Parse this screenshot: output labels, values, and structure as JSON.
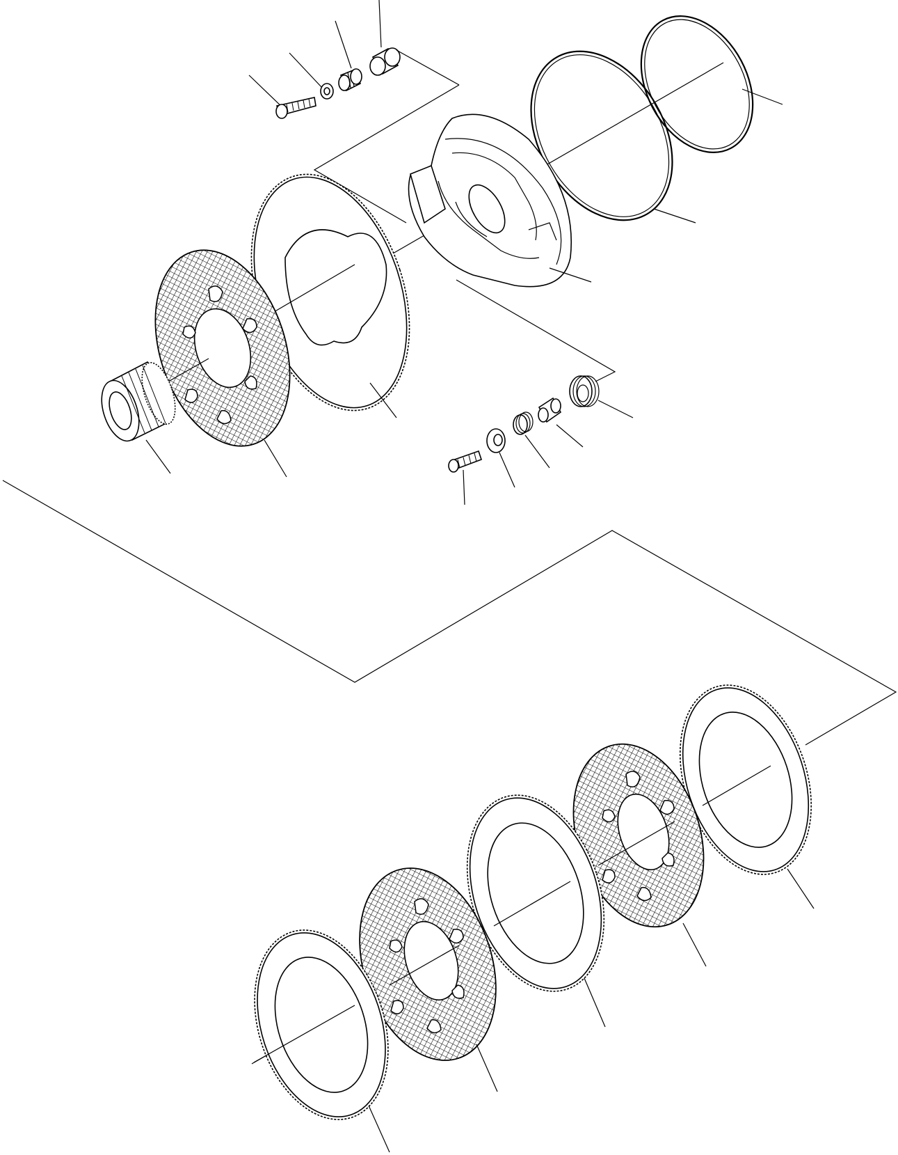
{
  "drawing": {
    "type": "exploded-parts-diagram",
    "background": "#ffffff",
    "line_color": "#000000"
  },
  "parts": [
    {
      "name": "bolt-upper",
      "icon": "bolt"
    },
    {
      "name": "washer-upper",
      "icon": "washer"
    },
    {
      "name": "spring-upper",
      "icon": "coil-spring"
    },
    {
      "name": "sleeve-upper",
      "icon": "sleeve"
    },
    {
      "name": "seal-ring-outer",
      "icon": "o-ring"
    },
    {
      "name": "seal-ring-inner",
      "icon": "o-ring"
    },
    {
      "name": "piston-housing",
      "icon": "piston"
    },
    {
      "name": "separator-plate-top",
      "icon": "toothed-disc"
    },
    {
      "name": "friction-disc-top",
      "icon": "friction-disc"
    },
    {
      "name": "hub-gear",
      "icon": "splined-hub"
    },
    {
      "name": "spring-lower-large",
      "icon": "coil-spring"
    },
    {
      "name": "spacer-lower",
      "icon": "spacer"
    },
    {
      "name": "spring-lower-small",
      "icon": "coil-spring"
    },
    {
      "name": "nut-lower",
      "icon": "nut"
    },
    {
      "name": "bolt-lower",
      "icon": "bolt"
    },
    {
      "name": "separator-plate-1",
      "icon": "toothed-disc"
    },
    {
      "name": "friction-disc-1",
      "icon": "friction-disc"
    },
    {
      "name": "separator-plate-2",
      "icon": "toothed-disc"
    },
    {
      "name": "friction-disc-2",
      "icon": "friction-disc"
    },
    {
      "name": "separator-plate-3",
      "icon": "toothed-disc"
    }
  ]
}
